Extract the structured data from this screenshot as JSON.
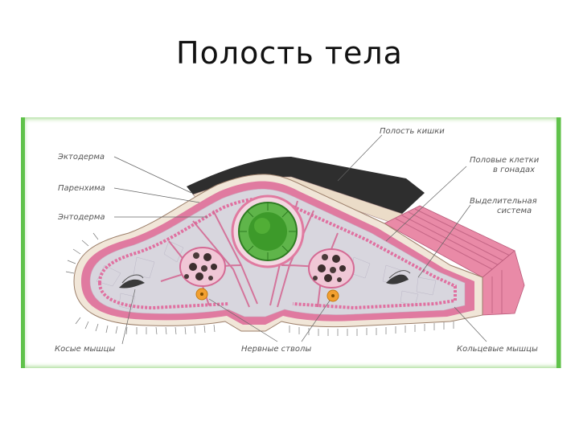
{
  "slide": {
    "title": "Полость тела"
  },
  "labels": {
    "ectoderm": "Эктодерма",
    "parenchyma": "Паренхима",
    "endoderm": "Энтодерма",
    "gut_cavity": "Полость кишки",
    "sex_cells_line1": "Половые клетки",
    "sex_cells_line2": "в гонадах",
    "excretory_line1": "Выделительная",
    "excretory_line2": "система",
    "oblique_muscles": "Косые мышцы",
    "nerve_cords": "Нервные стволы",
    "ring_muscles": "Кольцевые мышцы"
  },
  "colors": {
    "frame_green": "#5fc24a",
    "muscle_pink": "#e58aa6",
    "parenchyma_gray": "#d7d5dc",
    "gut_green": "#3d9a2a",
    "cilia_dark": "#2b2b2b"
  }
}
